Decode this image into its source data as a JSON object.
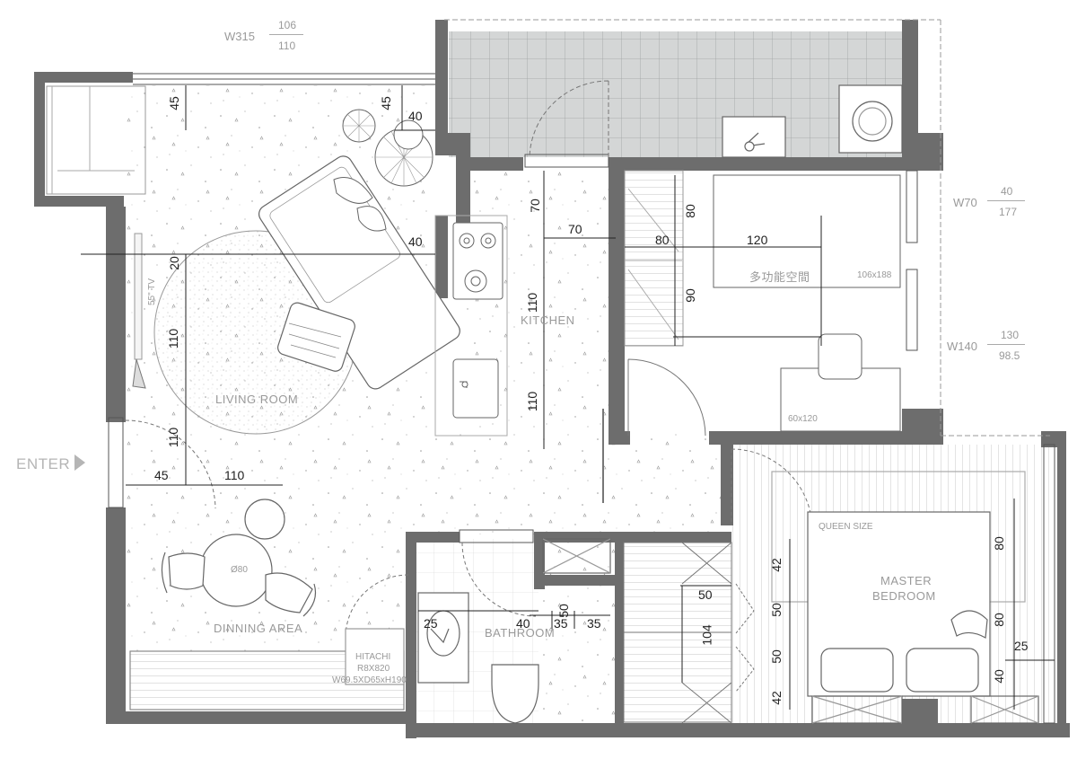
{
  "rooms": {
    "living_room": "LIVING ROOM",
    "kitchen": "KITCHEN",
    "dining_area": "DINNING AREA",
    "bathroom": "BATHROOM",
    "multi_space": "多功能空間",
    "master_bedroom_1": "MASTER",
    "master_bedroom_2": "BEDROOM"
  },
  "labels": {
    "enter": "ENTER",
    "tv": "55\" TV",
    "queen_size": "QUEEN SIZE",
    "bed_size": "106x188",
    "desk_size": "60x120",
    "table_dia": "Ø80",
    "hitachi_1": "HITACHI",
    "hitachi_2": "R8X820",
    "hitachi_3": "W69.5XD65xH190"
  },
  "windows": {
    "w315": {
      "name": "W315",
      "top": "106",
      "bottom": "110"
    },
    "w70": {
      "name": "W70",
      "top": "40",
      "bottom": "177"
    },
    "w140": {
      "name": "W140",
      "top": "130",
      "bottom": "98.5"
    }
  },
  "dimensions": {
    "living_45_top": "45",
    "living_45_top2": "45",
    "living_40_top": "40",
    "living_40_mid": "40",
    "living_20": "20",
    "living_110_a": "110",
    "living_110_b": "110",
    "living_45_bottom": "45",
    "living_110_bottom": "110",
    "kitchen_70_v": "70",
    "kitchen_70_h": "70",
    "kitchen_110_a": "110",
    "kitchen_110_b": "110",
    "multi_80_v": "80",
    "multi_80_h": "80",
    "multi_120": "120",
    "multi_90": "90",
    "bath_25": "25",
    "bath_40": "40",
    "bath_35_a": "35",
    "bath_35_b": "35",
    "bath_50": "50",
    "closet_50": "50",
    "closet_104": "104",
    "bed_42_top": "42",
    "bed_50_a": "50",
    "bed_50_b": "50",
    "bed_42_bottom": "42",
    "bed_80_a": "80",
    "bed_80_b": "80",
    "bed_25": "25",
    "bed_40": "40"
  }
}
